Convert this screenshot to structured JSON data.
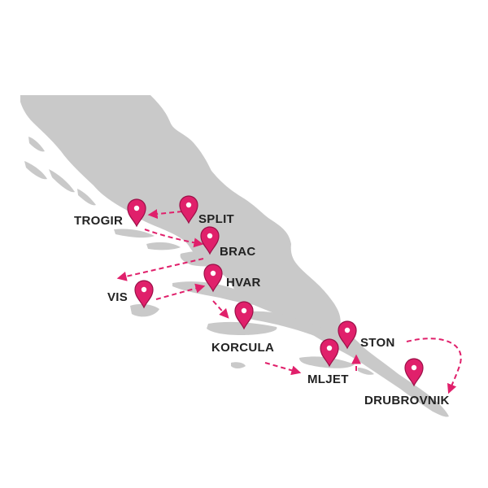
{
  "map": {
    "colors": {
      "land": "#c9c9c9",
      "marker": "#e0206b",
      "marker_dark": "#9b1048",
      "route": "#e0206b",
      "label": "#222222"
    },
    "locations": [
      {
        "id": "split",
        "label": "SPLIT"
      },
      {
        "id": "trogir",
        "label": "TROGIR"
      },
      {
        "id": "brac",
        "label": "BRAC"
      },
      {
        "id": "vis",
        "label": "VIS"
      },
      {
        "id": "hvar",
        "label": "HVAR"
      },
      {
        "id": "korcula",
        "label": "KORCULA"
      },
      {
        "id": "mljet",
        "label": "MLJET"
      },
      {
        "id": "ston",
        "label": "STON"
      },
      {
        "id": "dubrovnik",
        "label": "DRUBROVNIK"
      }
    ],
    "route_order": [
      "split",
      "trogir",
      "brac",
      "vis",
      "hvar",
      "korcula",
      "mljet",
      "ston",
      "dubrovnik"
    ]
  }
}
